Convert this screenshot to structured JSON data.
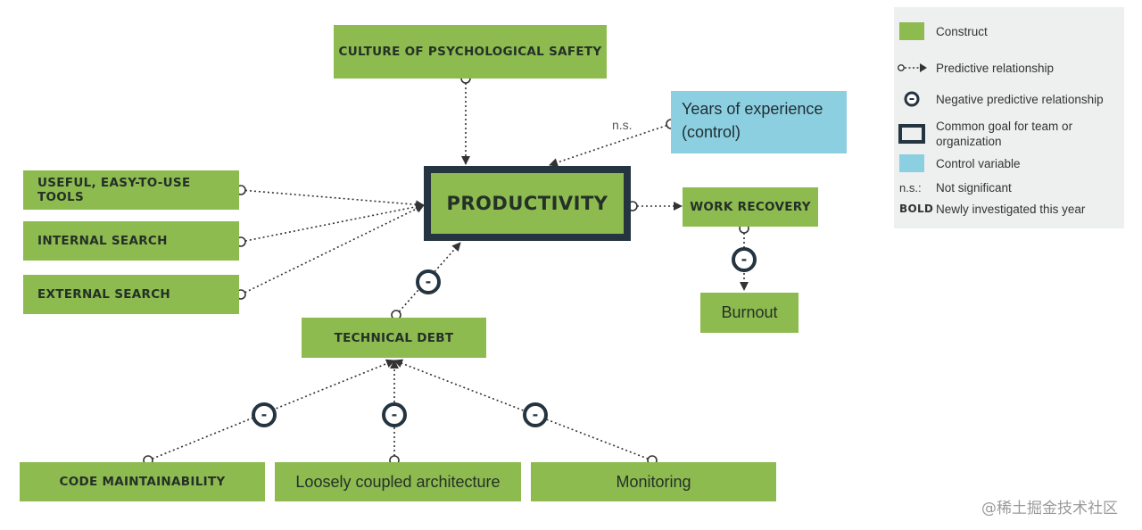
{
  "nodes": {
    "culture": "CULTURE OF PSYCHOLOGICAL SAFETY",
    "productivity": "PRODUCTIVITY",
    "years_experience": "Years of experience (control)",
    "tools": "USEFUL, EASY-TO-USE TOOLS",
    "internal_search": "INTERNAL SEARCH",
    "external_search": "EXTERNAL SEARCH",
    "work_recovery": "WORK RECOVERY",
    "burnout": "Burnout",
    "technical_debt": "TECHNICAL DEBT",
    "code_maintainability": "CODE MAINTAINABILITY",
    "loosely_coupled": "Loosely coupled architecture",
    "monitoring": "Monitoring"
  },
  "edge_labels": {
    "ns": "n.s.",
    "negative": "-"
  },
  "legend": {
    "construct": "Construct",
    "predictive": "Predictive relationship",
    "negative": "Negative predictive relationship",
    "goal": "Common goal for team or organization",
    "control": "Control variable",
    "ns_abbr": "n.s.:",
    "ns_text": "Not significant",
    "bold_abbr": "BOLD",
    "bold_text": "Newly investigated this year"
  },
  "watermark": "@稀土掘金技术社区",
  "colors": {
    "construct": "#8dbb4f",
    "control": "#8ccfe0",
    "goal_border": "#243440",
    "line": "#333333"
  }
}
